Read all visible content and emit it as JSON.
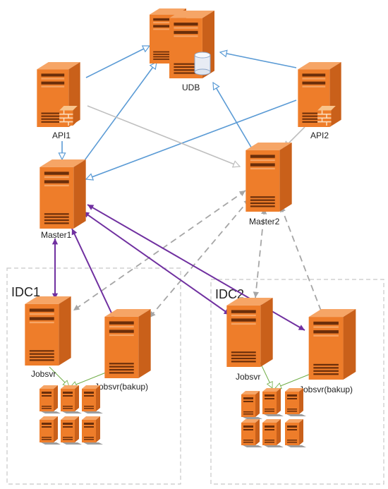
{
  "nodes": {
    "udb": "UDB",
    "api1": "API1",
    "api2": "API2",
    "master1": "Master1",
    "master2": "Master2",
    "idc1_jobsvr": "Jobsvr",
    "idc1_jobsvr_backup": "Jobsvr(bakup)",
    "idc2_jobsvr": "Jobsvr",
    "idc2_jobsvr_backup": "Jobsvr(bakup)"
  },
  "zones": {
    "idc1": "IDC1",
    "idc2": "IDC2"
  },
  "colors": {
    "server_front": "#ee7d2a",
    "server_side": "#c9601a",
    "server_top": "#f6a566",
    "edge_blue": "#5b9bd5",
    "edge_gray": "#bfbfbf",
    "edge_dashed": "#a6a6a6",
    "edge_purple": "#7030a0",
    "edge_green": "#70ad47",
    "zone_border": "#c8c8c8"
  }
}
